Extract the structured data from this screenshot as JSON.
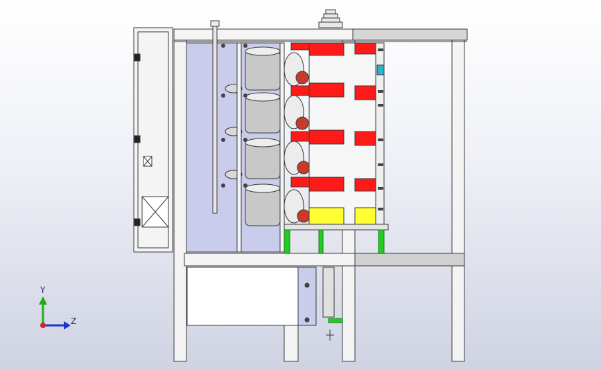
{
  "viewport": {
    "background_top": "#ffffff",
    "background_bottom": "#cfd3e2"
  },
  "colors": {
    "frame_fill": "#f4f4f4",
    "frame_stroke": "#3a3a3a",
    "panel_blue": "#c9ccea",
    "band_red": "#ff1a1a",
    "band_yellow": "#ffff33",
    "band_white": "#f6f6f6",
    "accent_green": "#22cc22",
    "motor_gray": "#c8c8c8",
    "axis_y": "#22aa22",
    "axis_z": "#2233cc",
    "axis_origin": "#dd2222"
  },
  "triad": {
    "y_label": "Y",
    "z_label": "Z",
    "y_icon": "axis-arrow-y-icon",
    "z_icon": "axis-arrow-z-icon",
    "origin_icon": "axis-origin-icon"
  },
  "model": {
    "motor_units": 4,
    "band_pattern": [
      "red",
      "white",
      "red",
      "white",
      "red",
      "white",
      "red",
      "yellow"
    ]
  }
}
